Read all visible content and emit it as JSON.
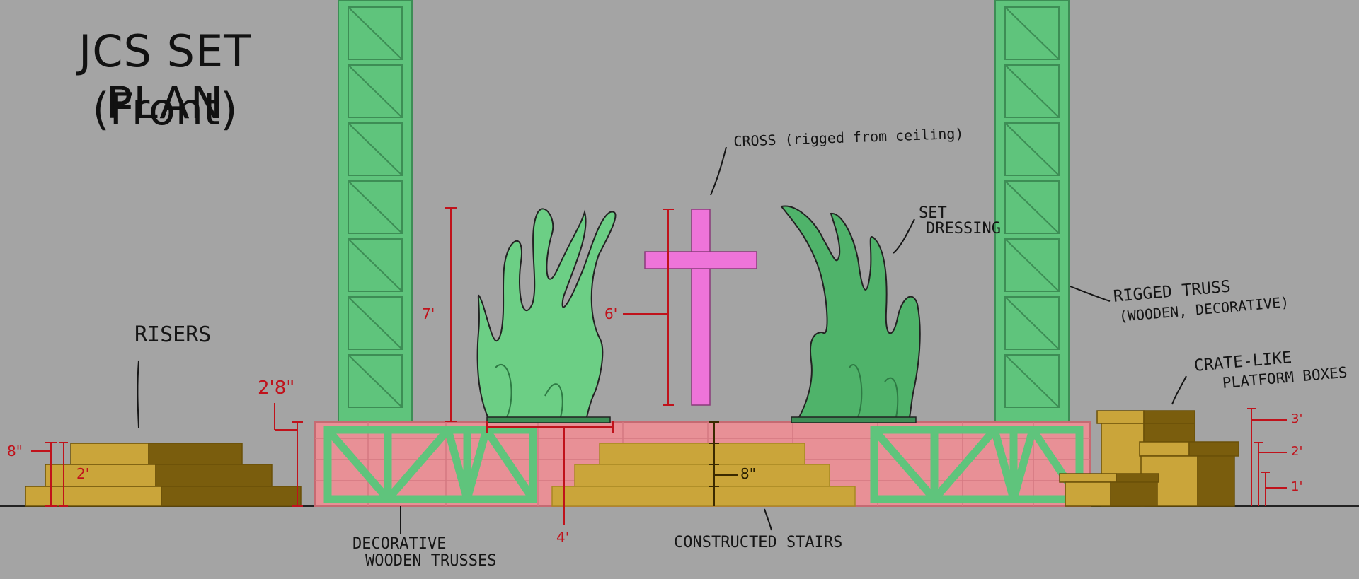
{
  "title": {
    "line1": "JCS SET PLAN",
    "line2": "(Front)"
  },
  "labels": {
    "risers": "RISERS",
    "cross": "CROSS (rigged from ceiling)",
    "set_dressing_1": "SET",
    "set_dressing_2": "DRESSING",
    "rigged_truss_1": "RIGGED TRUSS",
    "rigged_truss_2": "(WOODEN, DECORATIVE)",
    "crate_1": "CRATE-LIKE",
    "crate_2": "PLATFORM BOXES",
    "decorative_1": "DECORATIVE",
    "decorative_2": "WOODEN TRUSSES",
    "stairs": "CONSTRUCTED STAIRS"
  },
  "dimensions": {
    "riser_height": "8\"",
    "riser_total": "2'",
    "stage_height": "2'8\"",
    "set_dressing_height": "7'",
    "cross_height": "6'",
    "stairs_step": "8\"",
    "stage_opening": "4'",
    "crate_3": "3'",
    "crate_2": "2'",
    "crate_1": "1'"
  },
  "colors": {
    "background": "#a4a4a4",
    "truss_green": "#5fc47c",
    "dressing_green": "#6ccf85",
    "stage_pink": "#e89096",
    "riser_gold": "#caa53a",
    "riser_shadow": "#7a5d0d",
    "cross_magenta": "#ee74d9",
    "dimension_red": "#c0121b"
  }
}
